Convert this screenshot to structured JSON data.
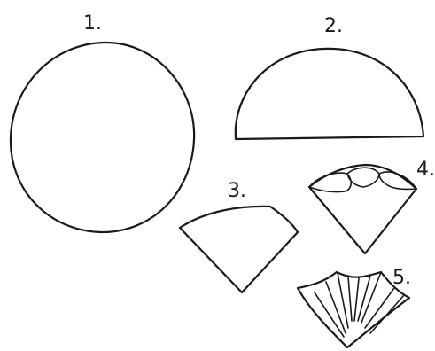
{
  "steps": [
    {
      "number": "1.",
      "shape": "circle"
    },
    {
      "number": "2.",
      "shape": "half-circle"
    },
    {
      "number": "3.",
      "shape": "quarter-circle"
    },
    {
      "number": "4.",
      "shape": "scalloped-wedge"
    },
    {
      "number": "5.",
      "shape": "pleated-fan"
    }
  ]
}
